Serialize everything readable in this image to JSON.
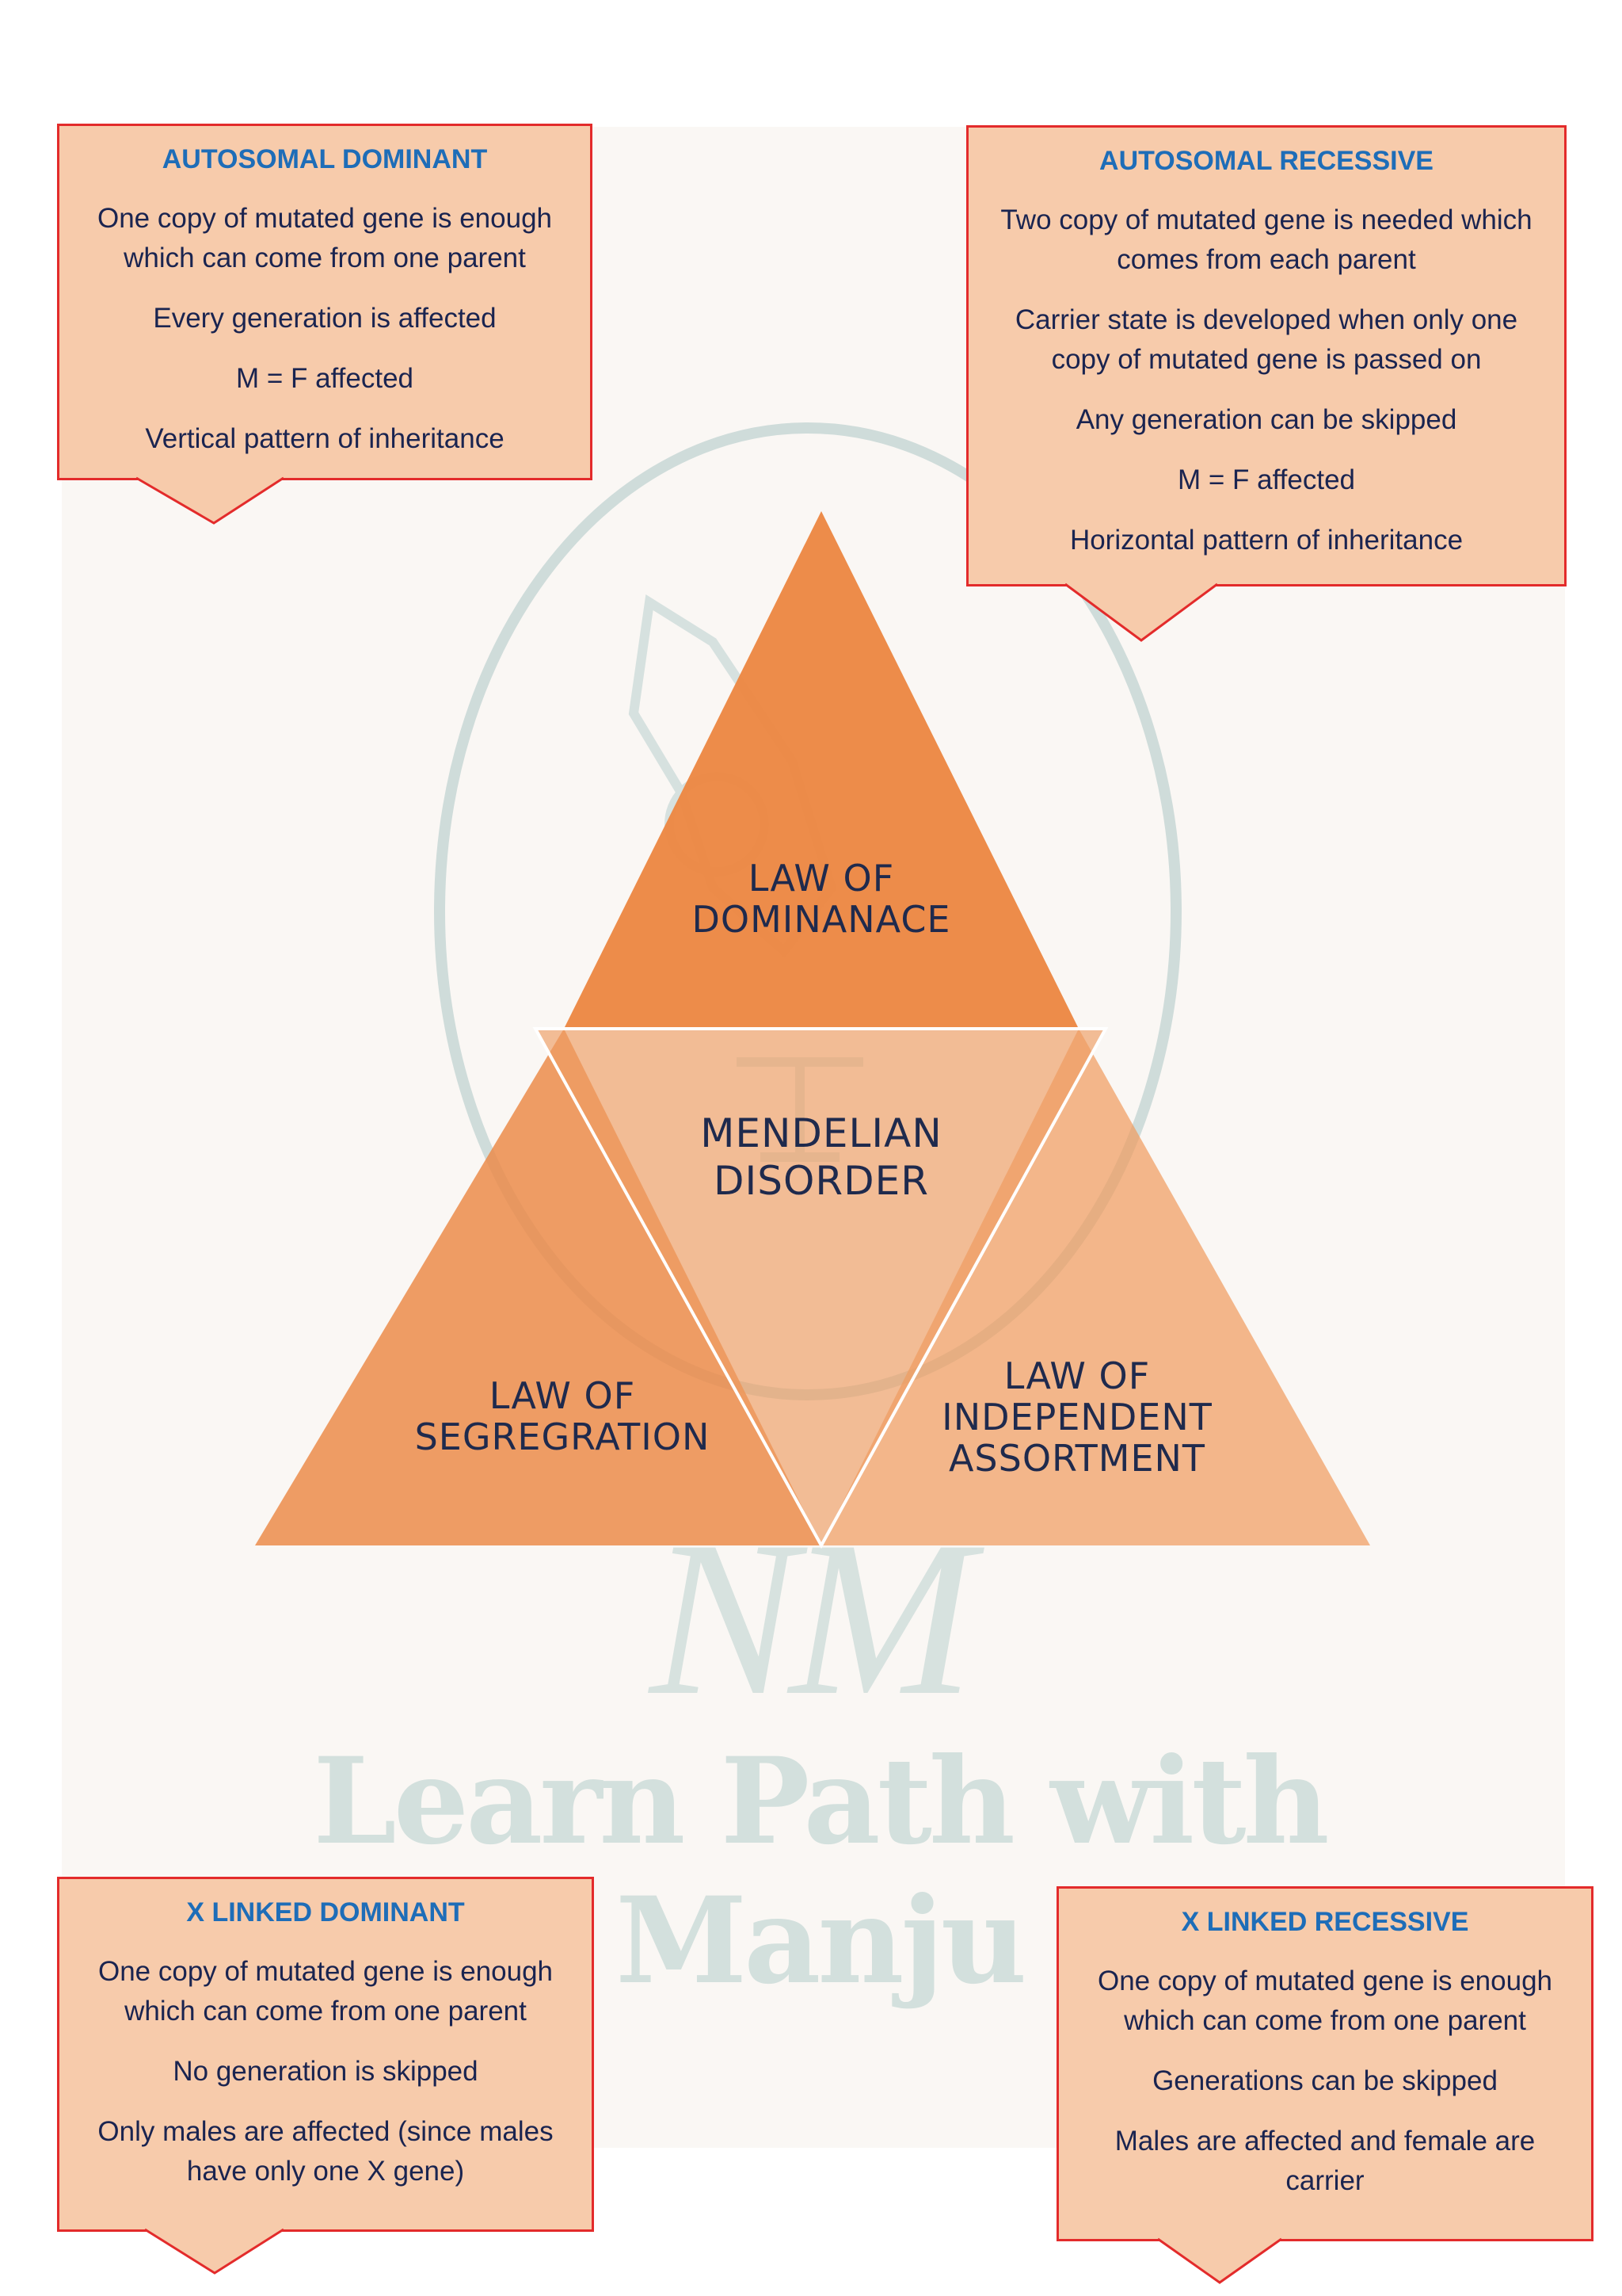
{
  "center_label": [
    "MENDELIAN",
    "DISORDER"
  ],
  "triangles": {
    "top": [
      "LAW OF",
      "DOMINANACE"
    ],
    "left": [
      "LAW OF",
      "SEGREGRATION"
    ],
    "right": [
      "LAW OF",
      "INDEPENDENT",
      "ASSORTMENT"
    ]
  },
  "boxes": {
    "autosomal_dominant": {
      "title": "AUTOSOMAL DOMINANT",
      "lines": [
        "One copy of mutated gene is enough which can come from one parent",
        "Every generation is affected",
        "M = F affected",
        "Vertical pattern of inheritance"
      ]
    },
    "autosomal_recessive": {
      "title": "AUTOSOMAL RECESSIVE",
      "lines": [
        "Two copy of mutated gene is needed which comes from each parent",
        "Carrier state is developed when only one copy of mutated gene is passed on",
        "Any generation can be skipped",
        "M = F affected",
        "Horizontal pattern of inheritance"
      ]
    },
    "x_linked_dominant": {
      "title": "X LINKED DOMINANT",
      "lines": [
        "One copy of mutated gene is enough which can come from one parent",
        "No generation is skipped",
        "Only males are affected (since males have only one X gene)"
      ]
    },
    "x_linked_recessive": {
      "title": "X LINKED RECESSIVE",
      "lines": [
        "One copy of mutated gene is enough which can come from one parent",
        "Generations can be skipped",
        "Males are affected and female are carrier"
      ]
    }
  },
  "watermark": {
    "text": "Learn Path with Manju",
    "monogram": "NM"
  },
  "colors": {
    "triangle_dark": "#ec8844",
    "triangle_mid": "#ee9d62",
    "triangle_light": "#f3b68d",
    "box_fill": "#f7cbab",
    "box_border": "#e32b2b",
    "title_blue": "#1e6db8",
    "text_navy": "#1f2a4d",
    "watermark": "#d3e0dd"
  }
}
